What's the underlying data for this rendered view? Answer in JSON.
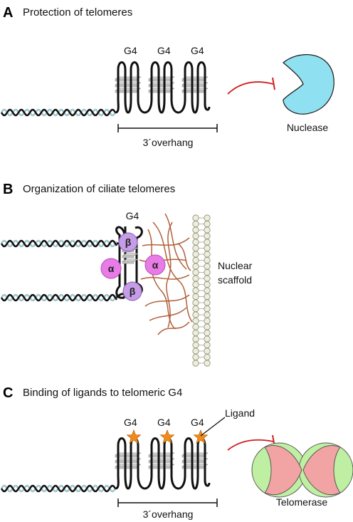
{
  "colors": {
    "dna_dark": "#111111",
    "dna_light": "#9fc6cc",
    "nuclease_fill": "#8fe1f2",
    "inhibit_arrow": "#d01f1f",
    "fiber": "#b0603a",
    "bead_fill": "#eeeedf",
    "alpha_fill": "#e97be6",
    "beta_fill": "#c59ce6",
    "telomerase_green": "#bfefa3",
    "telomerase_red": "#f2a4a4",
    "ligand_star": "#ef8b1a"
  },
  "panel_a": {
    "letter": "A",
    "title": "Protection of telomeres",
    "g4_labels": [
      "G4",
      "G4",
      "G4"
    ],
    "overhang_label": "3´overhang",
    "nuclease_label": "Nuclease",
    "icons": {
      "nuclease": "nuclease-shape",
      "inhibition": "inhibition-arrow"
    }
  },
  "panel_b": {
    "letter": "B",
    "title": "Organization of ciliate telomeres",
    "g4_label": "G4",
    "proteins": {
      "alpha": "α",
      "beta": "β"
    },
    "scaffold_label_line1": "Nuclear",
    "scaffold_label_line2": "scaffold"
  },
  "panel_c": {
    "letter": "C",
    "title": "Binding of ligands to telomeric G4",
    "g4_labels": [
      "G4",
      "G4",
      "G4"
    ],
    "ligand_label": "Ligand",
    "overhang_label": "3´overhang",
    "telomerase_label": "Telomerase",
    "icons": {
      "ligand": "star-icon",
      "telomerase": "telomerase-shape",
      "inhibition": "inhibition-arrow"
    }
  }
}
